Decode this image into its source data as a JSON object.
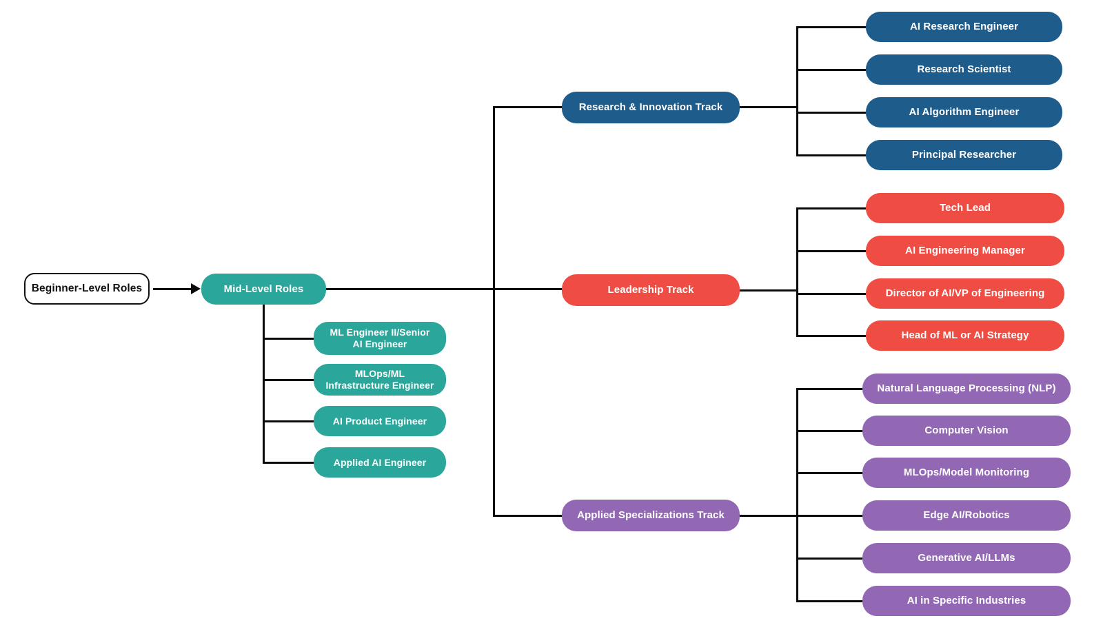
{
  "root": {
    "label": "Beginner-Level Roles"
  },
  "mid": {
    "label": "Mid-Level Roles",
    "children": [
      "ML Engineer II/Senior\nAI Engineer",
      "MLOps/ML\nInfrastructure Engineer",
      "AI Product Engineer",
      "Applied AI Engineer"
    ]
  },
  "tracks": [
    {
      "label": "Research & Innovation Track",
      "children": [
        "AI Research Engineer",
        "Research Scientist",
        "AI Algorithm Engineer",
        "Principal Researcher"
      ]
    },
    {
      "label": "Leadership Track",
      "children": [
        "Tech Lead",
        "AI Engineering Manager",
        "Director of AI/VP of Engineering",
        "Head of ML or AI Strategy"
      ]
    },
    {
      "label": "Applied Specializations Track",
      "children": [
        "Natural Language Processing (NLP)",
        "Computer Vision",
        "MLOps/Model Monitoring",
        "Edge AI/Robotics",
        "Generative AI/LLMs",
        "AI in Specific Industries"
      ]
    }
  ],
  "colors": {
    "teal": "#2AA69B",
    "blue": "#1E5C8C",
    "red": "#EF4D43",
    "purple": "#9268B4",
    "line": "#0A0A0A"
  }
}
